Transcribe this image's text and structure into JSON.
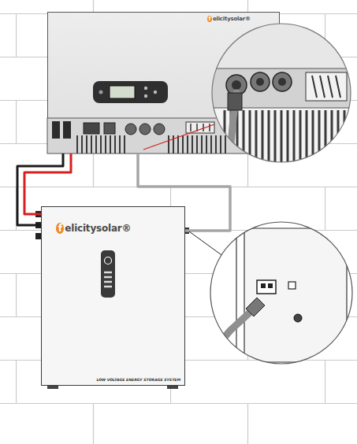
{
  "diagram": {
    "nodes": [
      {
        "text": [
          "felicitysolar®"
        ]
      },
      {
        "text": [
          "felicitysolar®",
          "LOW VOLTAGE ENERGY STORAGE SYSTEM"
        ]
      }
    ],
    "edges": [
      {
        "from": 0,
        "to": 1,
        "arrow": "none"
      },
      {
        "from": 0,
        "to": 1,
        "arrow": "none"
      }
    ]
  }
}
